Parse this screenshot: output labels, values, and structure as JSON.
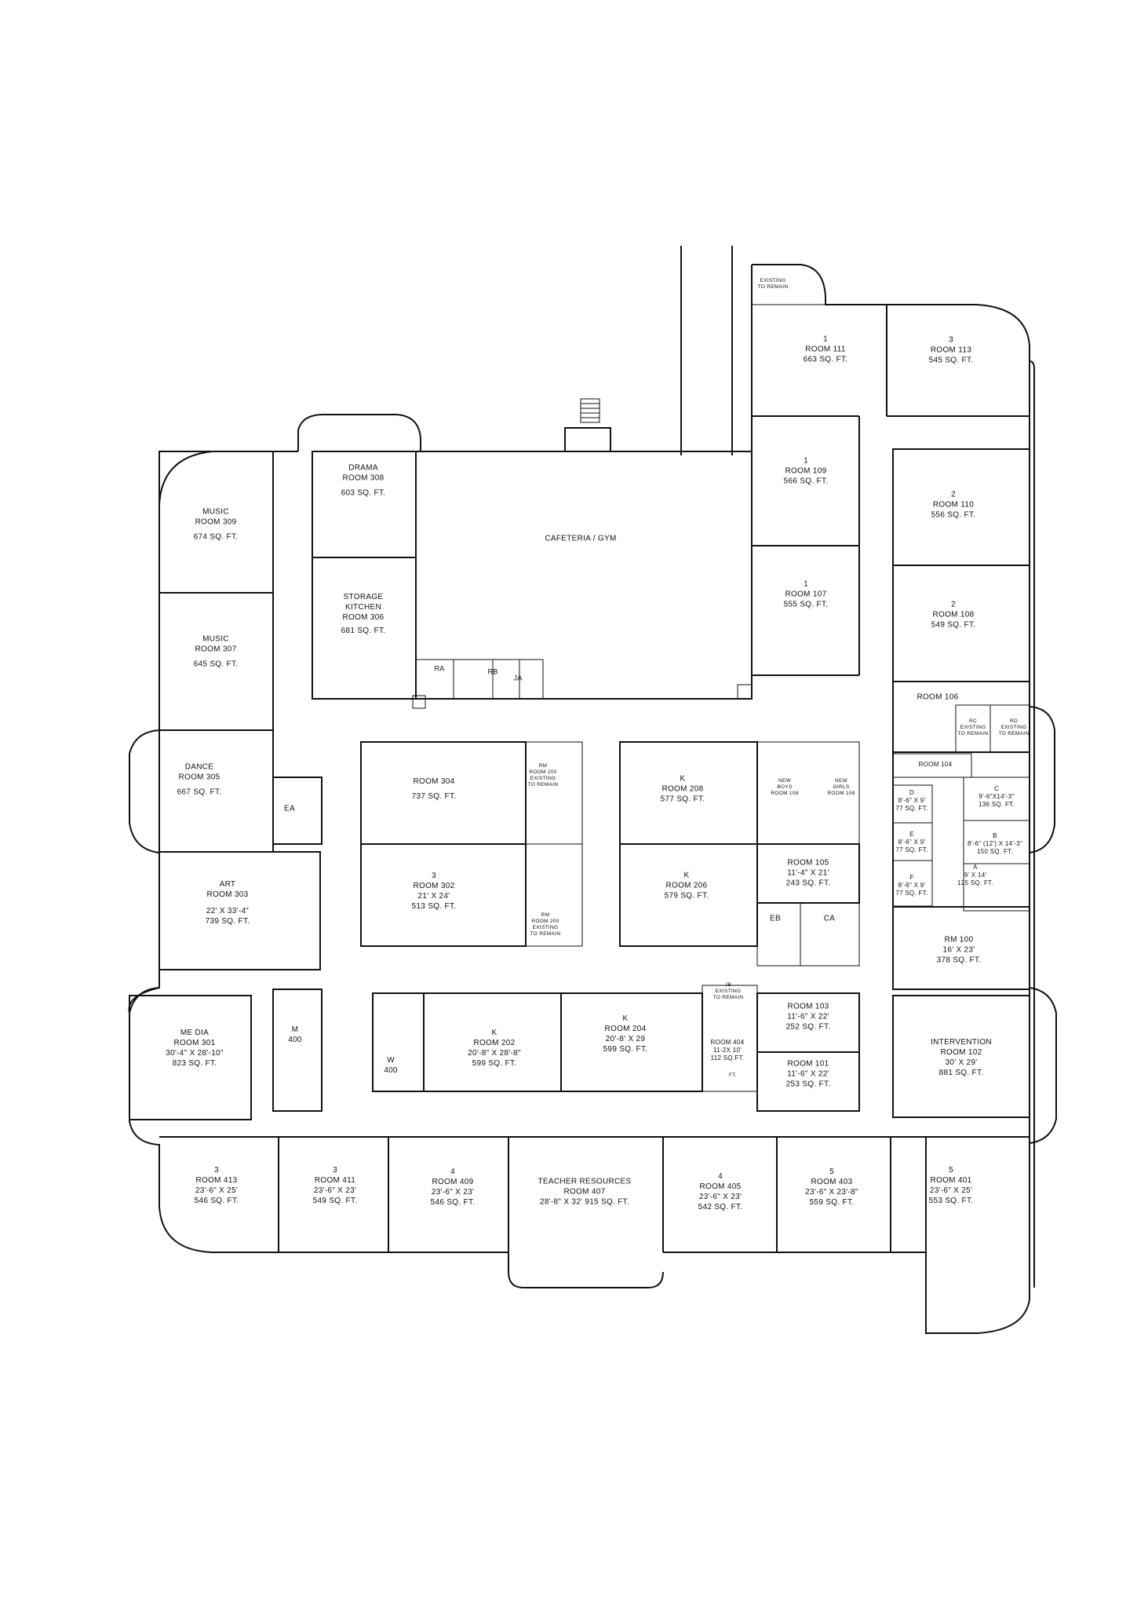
{
  "rooms": {
    "r111": {
      "num": "1",
      "name": "ROOM 111",
      "size": "",
      "area": "663 SQ. FT."
    },
    "r113": {
      "num": "3",
      "name": "ROOM 113",
      "size": "",
      "area": "545 SQ. FT."
    },
    "r109": {
      "num": "1",
      "name": "ROOM 109",
      "size": "",
      "area": "566 SQ. FT."
    },
    "r107": {
      "num": "1",
      "name": "ROOM 107",
      "size": "",
      "area": "555 SQ. FT."
    },
    "r110": {
      "num": "2",
      "name": "ROOM 110",
      "size": "",
      "area": "556 SQ. FT."
    },
    "r108": {
      "num": "2",
      "name": "ROOM 108",
      "size": "",
      "area": "549 SQ. FT."
    },
    "r106": {
      "num": "",
      "name": "ROOM 106",
      "size": "",
      "area": ""
    },
    "r104": {
      "num": "",
      "name": "ROOM 104",
      "size": "",
      "area": ""
    },
    "rC": {
      "num": "",
      "name": "C",
      "size": "9'-6\"x14'-3\"",
      "area": "136 SQ. FT."
    },
    "rB": {
      "num": "",
      "name": "B",
      "size": "8'-6\" (12') X 14'-3\"",
      "area": "150 SQ. FT."
    },
    "rA": {
      "num": "",
      "name": "A",
      "size": "9' x 14'",
      "area": "125 SQ. FT."
    },
    "rD": {
      "num": "",
      "name": "D",
      "size": "8'-6\" x 9'",
      "area": "77 SQ. FT."
    },
    "rE": {
      "num": "",
      "name": "E",
      "size": "8'-6\" x 9'",
      "area": "77 SQ. FT."
    },
    "rF": {
      "num": "",
      "name": "F",
      "size": "8'-6\" x 9'",
      "area": "77 SQ. FT."
    },
    "r105": {
      "num": "",
      "name": "ROOM 105",
      "size": "11'-4\" X 21'",
      "area": "243 SQ. FT."
    },
    "r100": {
      "num": "",
      "name": "RM 100",
      "size": "16' X 23'",
      "area": "378 SQ. FT."
    },
    "r103": {
      "num": "",
      "name": "ROOM 103",
      "size": "11'-6\" X 22'",
      "area": "252 SQ. FT."
    },
    "r101": {
      "num": "",
      "name": "ROOM 101",
      "size": "11'-6\" X 22'",
      "area": "253 SQ. FT."
    },
    "r102": {
      "num": "INTERVENTION",
      "name": "ROOM 102",
      "size": "30' X 29'",
      "area": "881 SQ. FT."
    },
    "r308": {
      "num": "DRAMA",
      "name": "ROOM 308",
      "size": "",
      "area": "603 SQ. FT."
    },
    "r306": {
      "num": "STORAGE",
      "name": "KITCHEN",
      "size": "ROOM 306",
      "area": "681 SQ. FT."
    },
    "r309": {
      "num": "MUSIC",
      "name": "ROOM 309",
      "size": "",
      "area": "674 SQ. FT."
    },
    "r307": {
      "num": "MUSIC",
      "name": "ROOM 307",
      "size": "",
      "area": "645 SQ. FT."
    },
    "r305": {
      "num": "DANCE",
      "name": "ROOM 305",
      "size": "",
      "area": "667 SQ. FT."
    },
    "r303": {
      "num": "ART",
      "name": "ROOM 303",
      "size": "22' X 33'-4\"",
      "area": "739 SQ. FT."
    },
    "r304": {
      "num": "",
      "name": "ROOM 304",
      "size": "",
      "area": "737 SQ. FT."
    },
    "r302": {
      "num": "3",
      "name": "ROOM 302",
      "size": "21' X 24'",
      "area": "513 SQ. FT."
    },
    "r208": {
      "num": "K",
      "name": "ROOM 208",
      "size": "",
      "area": "577 SQ. FT."
    },
    "r206": {
      "num": "K",
      "name": "ROOM 206",
      "size": "",
      "area": "579 SQ. FT."
    },
    "r301": {
      "num": "ME DIA",
      "name": "ROOM 301",
      "size": "30'-4\" X 28'-10\"",
      "area": "823 SQ. FT."
    },
    "r202": {
      "num": "K",
      "name": "ROOM 202",
      "size": "20'-8\" X 28'-8\"",
      "area": "599 SQ. FT."
    },
    "r204": {
      "num": "K",
      "name": "ROOM 204",
      "size": "20'-8' X 29",
      "area": "599 SQ. FT."
    },
    "r404": {
      "num": "",
      "name": "ROOM 404",
      "size": "11-2X 10'",
      "area": "112 SQ.FT."
    },
    "r413": {
      "num": "3",
      "name": "ROOM 413",
      "size": "23'-6\" X 25'",
      "area": "546 SQ. FT."
    },
    "r411": {
      "num": "3",
      "name": "ROOM 411",
      "size": "23'-6\" X 23'",
      "area": "549 SQ. FT."
    },
    "r409": {
      "num": "4",
      "name": "ROOM 409",
      "size": "23'-6\" X 23'",
      "area": "546 SQ. FT."
    },
    "r407": {
      "num": "TEACHER RESOURCES",
      "name": "ROOM 407",
      "size": "28'-8\" X 32' 915 SQ. FT.",
      "area": ""
    },
    "r405": {
      "num": "4",
      "name": "ROOM 405",
      "size": "23'-6\" X 23'",
      "area": "542 SQ. FT."
    },
    "r403": {
      "num": "5",
      "name": "ROOM 403",
      "size": "23'-6\" X 23'-8\"",
      "area": "559 SQ. FT."
    },
    "r401": {
      "num": "5",
      "name": "ROOM 401",
      "size": "23'-6\" X 25'",
      "area": "553 SQ. FT."
    }
  },
  "labels": {
    "cafeteria": "CAFETERIA / GYM",
    "ea": "EA",
    "ra": "RA",
    "rb": "RB",
    "ja": "JA",
    "eb": "EB",
    "ca": "CA",
    "m400a": "M",
    "m400b": "400",
    "w400a": "W",
    "w400b": "400",
    "existing_top": [
      "EXISTING",
      "TO REMAIN"
    ],
    "rc": [
      "RC",
      "EXISTING",
      "TO REMAIN"
    ],
    "rd": [
      "RD",
      "EXISTING",
      "TO REMAIN"
    ],
    "rm200_top": [
      "RM",
      "ROOM 200",
      "EXISTING",
      "TO REMAIN"
    ],
    "rm200_bot": [
      "RM",
      "ROOM 200",
      "EXISTING",
      "TO REMAIN"
    ],
    "boys": [
      "NEW",
      "BOYS",
      "ROOM 108"
    ],
    "girls": [
      "NEW",
      "GIRLS",
      "ROOM 108"
    ],
    "jb": [
      "JB",
      "EXISTING",
      "TO REMAIN"
    ],
    "ft": "FT."
  }
}
